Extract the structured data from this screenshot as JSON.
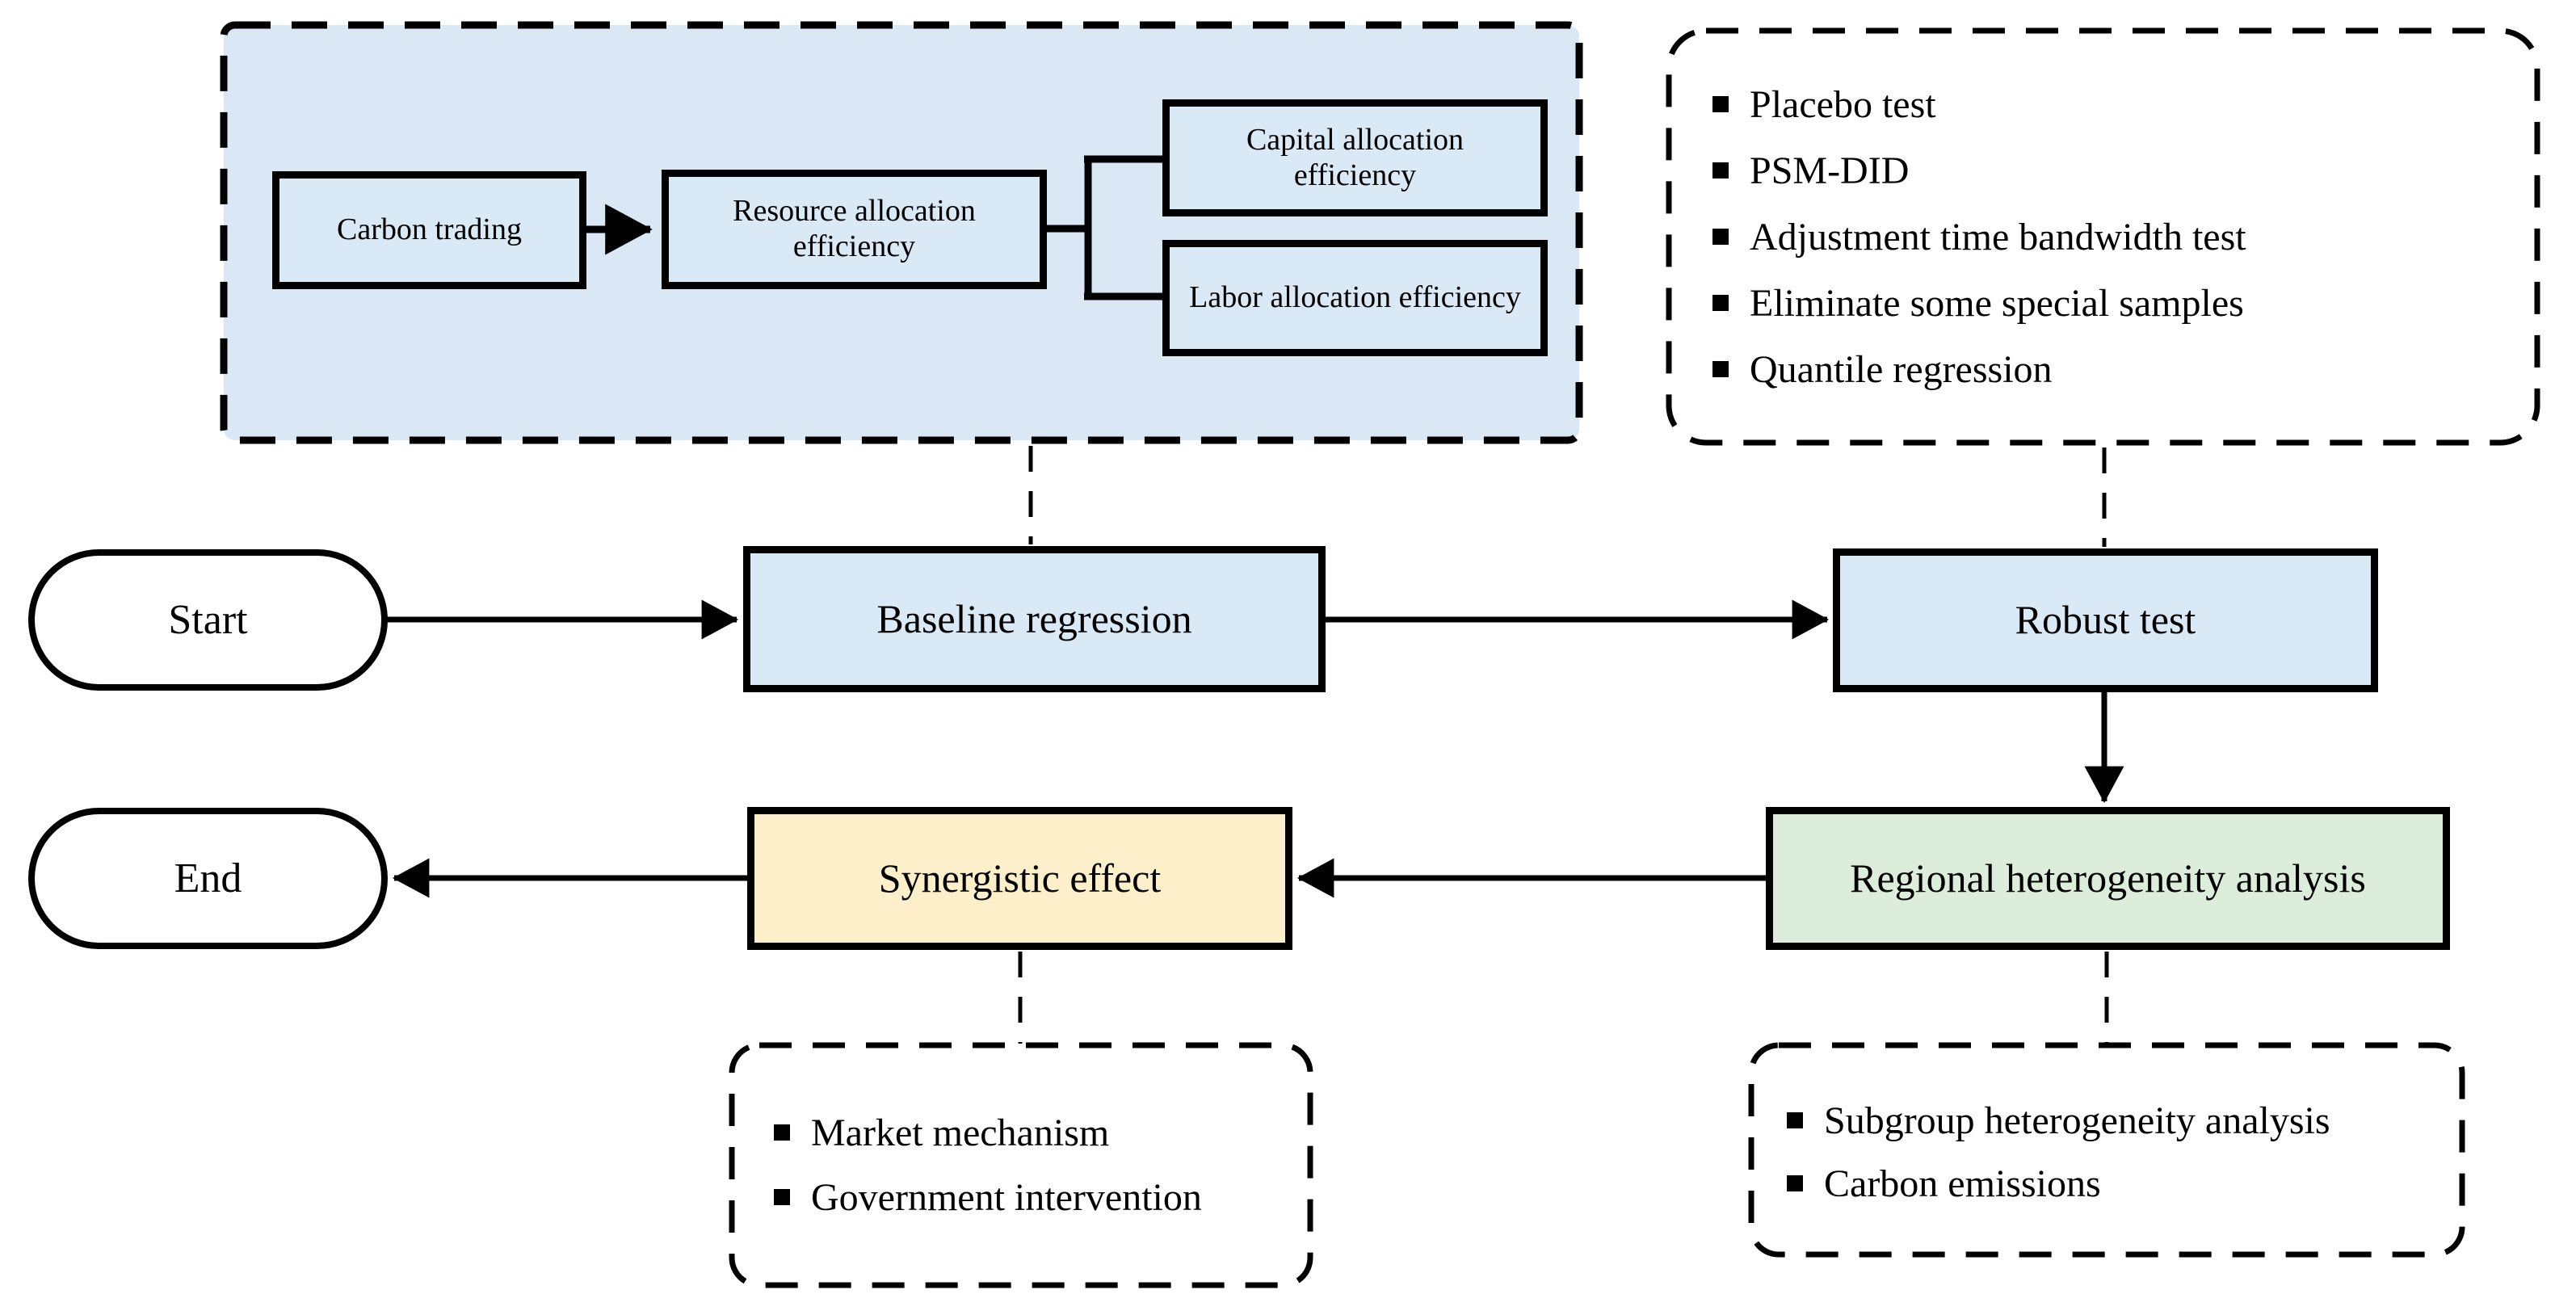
{
  "colors": {
    "node_blue": "#DAE9F6",
    "panel_blue": "#DAE8F5",
    "node_green": "#DCEEDB",
    "node_yellow": "#FCEFC9",
    "stroke": "#000000",
    "background": "#FFFFFF"
  },
  "mechanism_panel": {
    "carbon_trading": "Carbon trading",
    "resource_allocation": "Resource allocation efficiency",
    "capital_allocation": "Capital allocation efficiency",
    "labor_allocation": "Labor allocation efficiency"
  },
  "robustness_panel": {
    "items": [
      "Placebo test",
      "PSM-DID",
      "Adjustment time bandwidth test",
      "Eliminate some special samples",
      "Quantile regression"
    ]
  },
  "flow": {
    "start_label": "Start",
    "baseline_label": "Baseline regression",
    "robust_label": "Robust test",
    "regional_label": "Regional heterogeneity analysis",
    "synergistic_label": "Synergistic effect",
    "end_label": "End"
  },
  "synergy_panel": {
    "items": [
      "Market mechanism",
      "Government intervention"
    ]
  },
  "heterogeneity_panel": {
    "items": [
      "Subgroup heterogeneity analysis",
      "Carbon emissions"
    ]
  }
}
